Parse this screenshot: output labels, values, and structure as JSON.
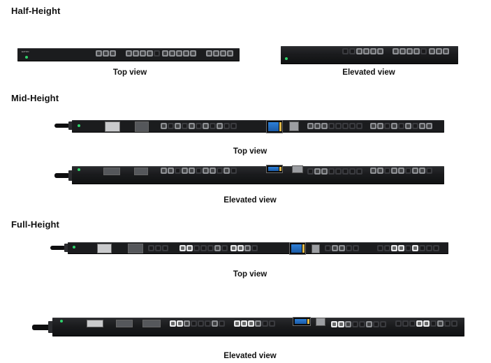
{
  "sections": {
    "half": {
      "title": "Half-Height",
      "top_caption": "Top view",
      "elevated_caption": "Elevated view"
    },
    "mid": {
      "title": "Mid-Height",
      "top_caption": "Top view",
      "elevated_caption": "Elevated view"
    },
    "full": {
      "title": "Full-Height",
      "top_caption": "Top view",
      "elevated_caption": "Elevated view"
    }
  },
  "brand_text": "EATON",
  "icons": [
    "power-cord-icon",
    "status-led-icon",
    "lcd-display-icon",
    "outlet-icon",
    "circuit-breaker-icon"
  ],
  "colors": {
    "pdu_body": "#1b1c1e",
    "led": "#2fd36b",
    "lcd": "#2e7fd6"
  }
}
